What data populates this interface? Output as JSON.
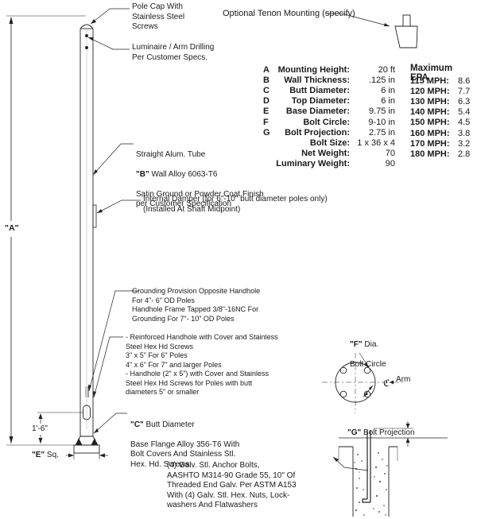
{
  "notes": {
    "pole_cap": "Pole Cap With\nStainless Steel\nScrews",
    "tenon": "Optional Tenon Mounting (specify)",
    "luminaire": "Luminaire / Arm Drilling\nPer Customer Specs.",
    "tube_line1": "Straight Alum. Tube",
    "tube_b": "\"B\"",
    "tube_line2_rest": " Wall Alloy 6063-T6",
    "tube_rest": "Satin Ground or Powder Coat Finish\nper Customer Specification",
    "damper": "Internal Damper (for 6\"-10\" butt diameter poles only)\n(Installed At Shaft Midpoint)",
    "grounding": "Grounding Provision Opposite Handhole\nFor 4\"- 6\" OD Poles\nHandhole Frame Tapped 3/8\"-16NC For\nGrounding For 7\"- 10\" OD Poles",
    "handhole": "- Reinforced Handhole with Cover and Stainless\nSteel Hex Hd Screws\n3\" x 5\" For 6\" Poles\n4\" x 6\" For 7\" and larger Poles\n- Handhole (2\" x 5\") with Cover and Stainless\nSteel Hex Hd Screws for Poles with butt\ndiameters 5\" or smaller",
    "c_label": "\"C\"",
    "c_rest": " Butt Diameter",
    "base_flange": "Base Flange Alloy 356-T6 With\nBolt Covers And Stainless Stl.\nHex. Hd. Screws",
    "anchor": "(4) Galv. Stl. Anchor Bolts,\nAASHTO M314-90 Grade 55, 10\" Of\nThreaded End Galv. Per ASTM A153\nWith (4) Galv. Stl. Hex. Nuts, Lock-\nwashers And Flatwashers",
    "f_label": "\"F\"",
    "f_rest": " Dia.",
    "bolt_circle": "Bolt Circle",
    "arm": "Arm",
    "g_label": "\"G\"",
    "g_rest": " Bolt Projection",
    "a_dim": "\"A\"",
    "e_label": "\"E\"",
    "e_rest": " Sq.",
    "dim_16": "1'-6\""
  },
  "specs": [
    {
      "key": "A",
      "label": "Mounting Height:",
      "value": "20 ft"
    },
    {
      "key": "B",
      "label": "Wall Thickness:",
      "value": ".125 in"
    },
    {
      "key": "C",
      "label": "Butt Diameter:",
      "value": "6 in"
    },
    {
      "key": "D",
      "label": "Top Diameter:",
      "value": "6 in"
    },
    {
      "key": "E",
      "label": "Base Diameter:",
      "value": "9.75 in"
    },
    {
      "key": "F",
      "label": "Bolt Circle:",
      "value": "9-10 in"
    },
    {
      "key": "G",
      "label": "Bolt Projection:",
      "value": "2.75 in"
    },
    {
      "key": "",
      "label": "Bolt Size:",
      "value": "1 x 36 x 4"
    },
    {
      "key": "",
      "label": "Net Weight:",
      "value": "70"
    },
    {
      "key": "",
      "label": "Luminary Weight:",
      "value": "90"
    }
  ],
  "epa": {
    "title": "Maximum EPA",
    "rows": [
      {
        "speed": "115 MPH:",
        "value": "8.6"
      },
      {
        "speed": "120 MPH:",
        "value": "7.7"
      },
      {
        "speed": "130 MPH:",
        "value": "6.3"
      },
      {
        "speed": "140 MPH:",
        "value": "5.4"
      },
      {
        "speed": "150 MPH:",
        "value": "4.5"
      },
      {
        "speed": "160 MPH:",
        "value": "3.8"
      },
      {
        "speed": "170 MPH:",
        "value": "3.2"
      },
      {
        "speed": "180 MPH:",
        "value": "2.8"
      }
    ]
  }
}
